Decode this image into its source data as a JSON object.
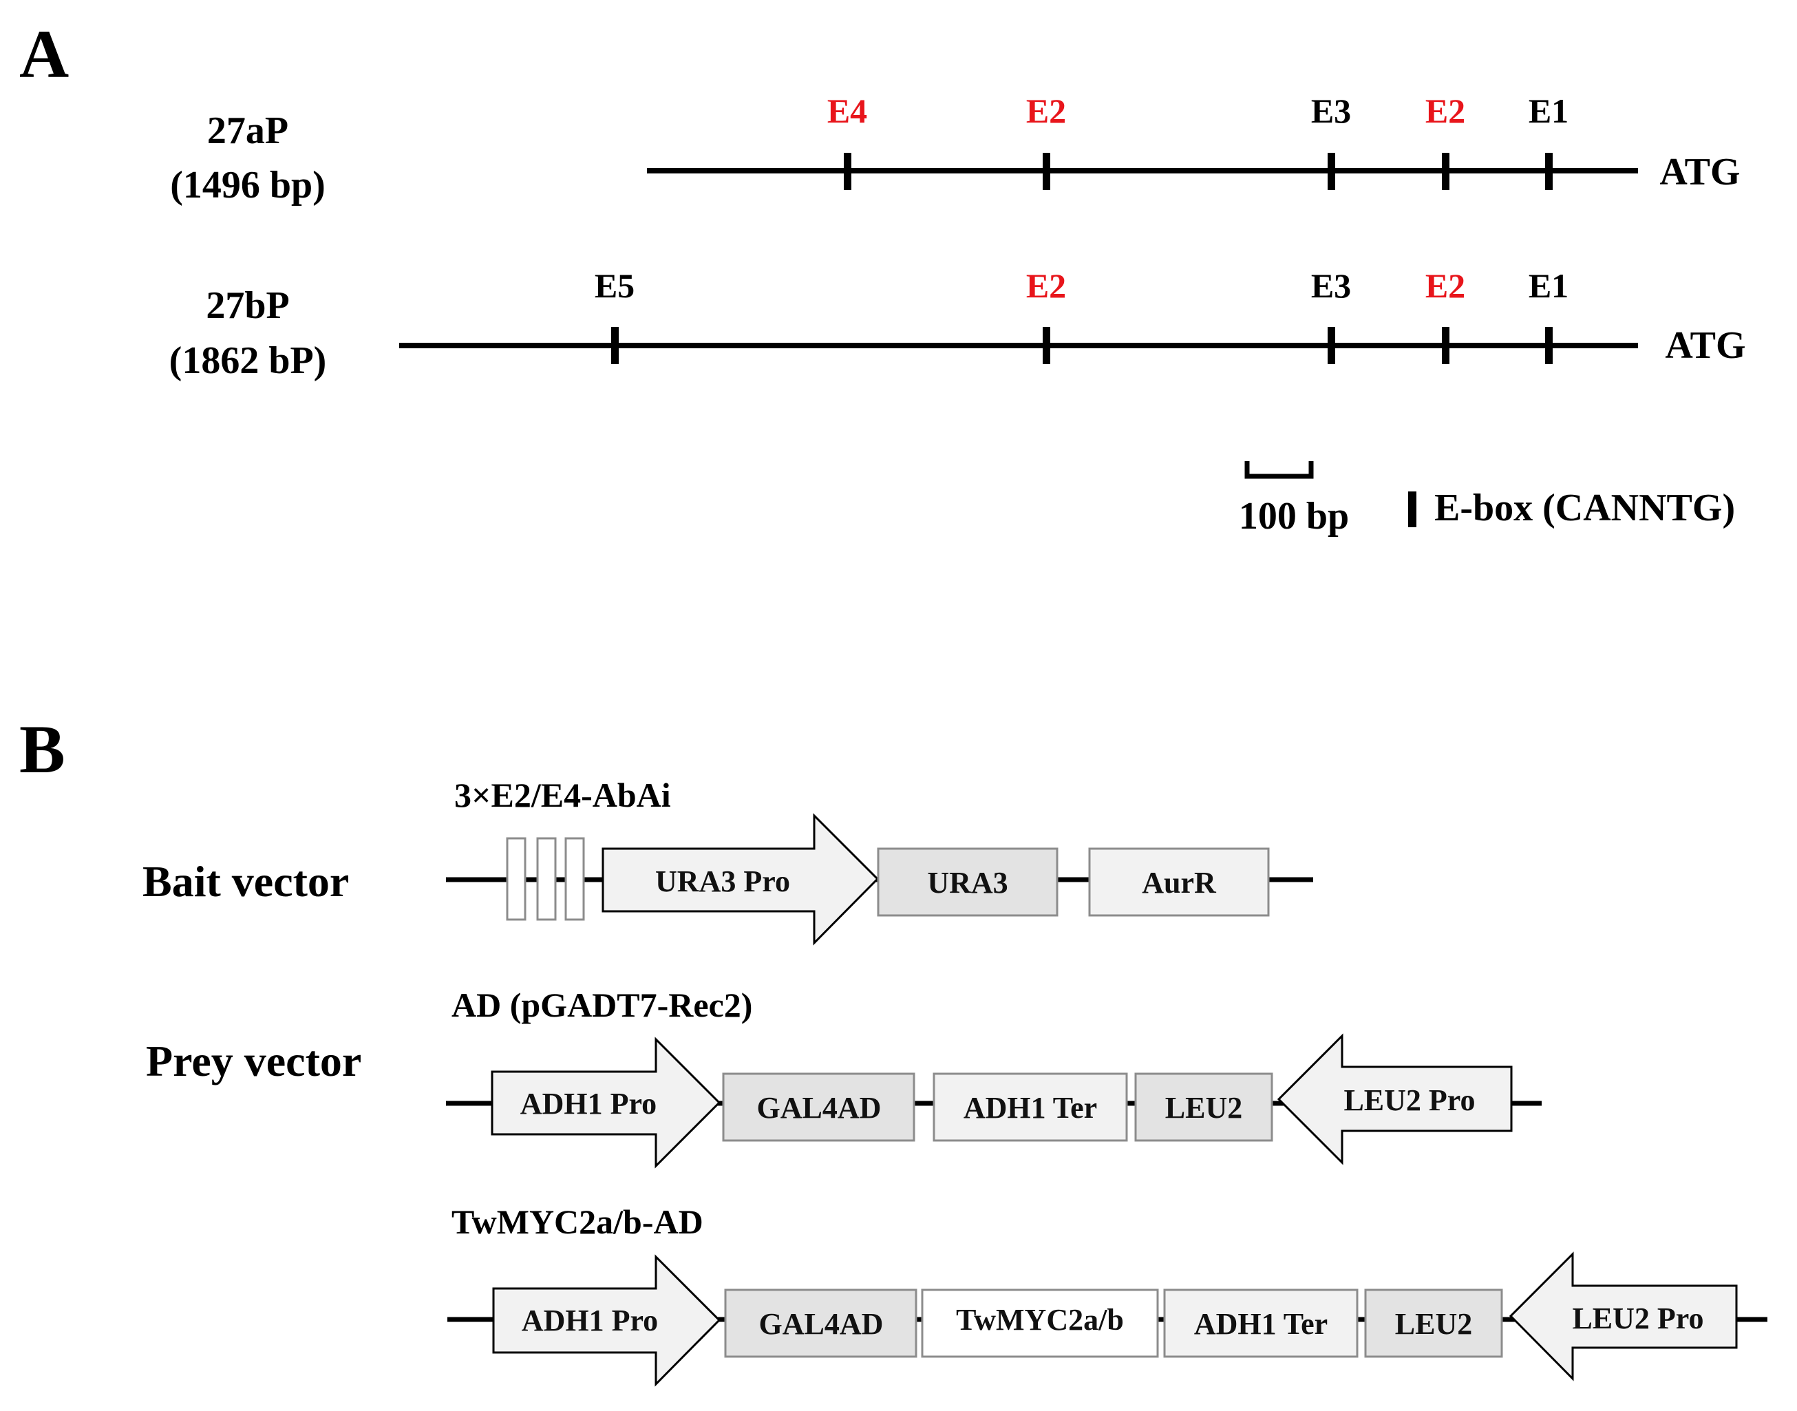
{
  "panel_a": {
    "label": "A",
    "promoters": [
      {
        "name": "27aP",
        "length": "(1496 bp)",
        "end_label": "ATG",
        "sites": [
          {
            "label": "E4",
            "highlight": true
          },
          {
            "label": "E2",
            "highlight": true
          },
          {
            "label": "E3",
            "highlight": false
          },
          {
            "label": "E2",
            "highlight": true
          },
          {
            "label": "E1",
            "highlight": false
          }
        ]
      },
      {
        "name": "27bP",
        "length": "(1862 bP)",
        "end_label": "ATG",
        "sites": [
          {
            "label": "E5",
            "highlight": false
          },
          {
            "label": "E2",
            "highlight": true
          },
          {
            "label": "E3",
            "highlight": false
          },
          {
            "label": "E2",
            "highlight": true
          },
          {
            "label": "E1",
            "highlight": false
          }
        ]
      }
    ],
    "scale_bar_label": "100 bp",
    "legend_label": "E-box (CANNTG)"
  },
  "panel_b": {
    "label": "B",
    "bait": {
      "vector_label": "Bait vector",
      "construct_label": "3×E2/E4-AbAi",
      "elements": [
        "URA3 Pro",
        "URA3",
        "AurR"
      ]
    },
    "prey": {
      "vector_label": "Prey vector",
      "construct_label": "AD (pGADT7-Rec2)",
      "elements": [
        "ADH1 Pro",
        "GAL4AD",
        "ADH1 Ter",
        "LEU2",
        "LEU2 Pro"
      ]
    },
    "fusion": {
      "construct_label": "TwMYC2a/b-AD",
      "elements": [
        "ADH1 Pro",
        "GAL4AD",
        "TwMYC2a/b",
        "ADH1 Ter",
        "LEU2",
        "LEU2 Pro"
      ]
    }
  },
  "colors": {
    "highlight": "#e8151b",
    "normal": "#000000",
    "box_light": "#f2f2f2",
    "box_dark": "#e3e3e3",
    "box_white": "#ffffff",
    "box_stroke": "#8c8c8c"
  }
}
